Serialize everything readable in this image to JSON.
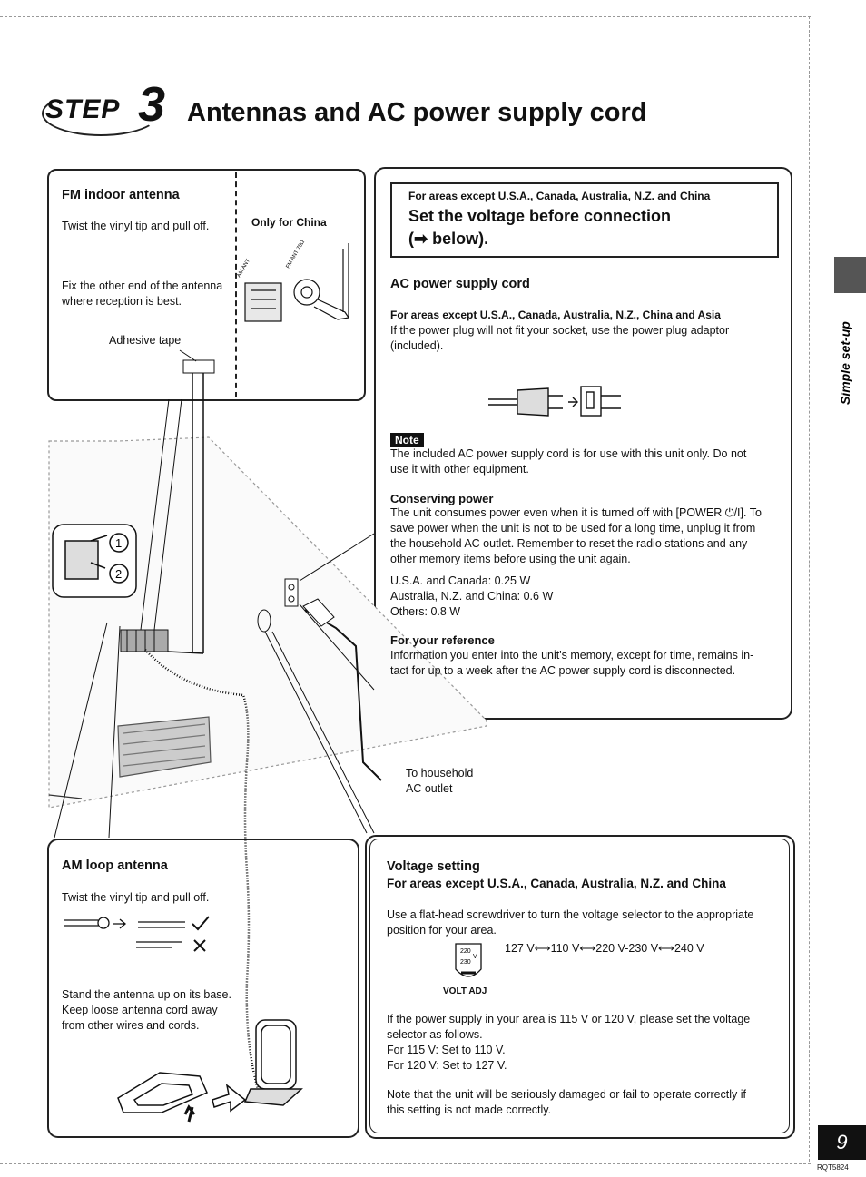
{
  "header": {
    "step_word": "STEP",
    "step_number": "3",
    "title": "Antennas and AC power supply cord"
  },
  "fm_antenna": {
    "heading": "FM indoor antenna",
    "step1": "Twist the vinyl tip and pull off.",
    "step2_line1": "Fix the other end of the antenna",
    "step2_line2": "where reception is best.",
    "tape_label": "Adhesive tape",
    "china_label": "Only for China",
    "jack_label_am": "AM ANT",
    "jack_label_fm": "FM ANT 75Ω"
  },
  "ac_section": {
    "warn_sub": "For areas except U.S.A., Canada, Australia, N.Z. and China",
    "warn_line1": "Set the voltage before connection",
    "warn_line2": "(➡ below).",
    "cord_heading": "AC power supply cord",
    "cord_sub": "For areas except U.S.A., Canada, Australia, N.Z., China and Asia",
    "cord_text1": "If the power plug will not fit your socket, use the power plug adaptor",
    "cord_text2": "(included).",
    "note_tag": "Note",
    "note_text1": "The included AC power supply cord is for use with this unit only. Do not",
    "note_text2": "use it with other equipment.",
    "conserve_heading": "Conserving power",
    "conserve_lines": [
      "The unit consumes power even when it is turned off with [POWER ⏻/I]. To",
      "save power when the unit is not to be used for a long time, unplug it from",
      "the household AC outlet. Remember to reset the radio stations and any",
      "other memory items before using the unit again."
    ],
    "power_lines": [
      "U.S.A. and Canada:  0.25 W",
      "Australia, N.Z. and China:  0.6 W",
      "Others:  0.8 W"
    ],
    "ref_heading": "For your reference",
    "ref_lines": [
      "Information you enter into the unit's memory, except for time, remains in-",
      "tact for up to a week after the AC power supply cord is disconnected."
    ]
  },
  "outlet_label_line1": "To household",
  "outlet_label_line2": "AC outlet",
  "am_antenna": {
    "heading": "AM loop antenna",
    "step1": "Twist the vinyl tip and pull off.",
    "stand_lines": [
      "Stand the antenna up on its base.",
      "Keep loose antenna cord away",
      "from other wires and cords."
    ]
  },
  "voltage": {
    "heading": "Voltage setting",
    "subheading": "For areas except U.S.A., Canada, Australia, N.Z. and China",
    "intro_line1": "Use a flat-head screwdriver to turn the voltage selector to the appropriate",
    "intro_line2": "position for your area.",
    "selector_values": "127 V⟷110 V⟷220 V-230 V⟷240 V",
    "selector_label": "VOLT ADJ",
    "dial_top": "220",
    "dial_bottom": "230",
    "dial_v": "V",
    "special_lines": [
      "If the power supply in your area is 115 V or 120 V, please set the voltage",
      "selector as follows.",
      "For 115 V:  Set to 110 V.",
      "For 120 V:  Set to 127 V."
    ],
    "warning_lines": [
      "Note that the unit will be seriously damaged or fail to operate correctly if",
      "this setting is not made correctly."
    ]
  },
  "sidebar": {
    "section_label": "Simple set-up"
  },
  "footer": {
    "page_number": "9",
    "doc_code": "RQT5824"
  }
}
